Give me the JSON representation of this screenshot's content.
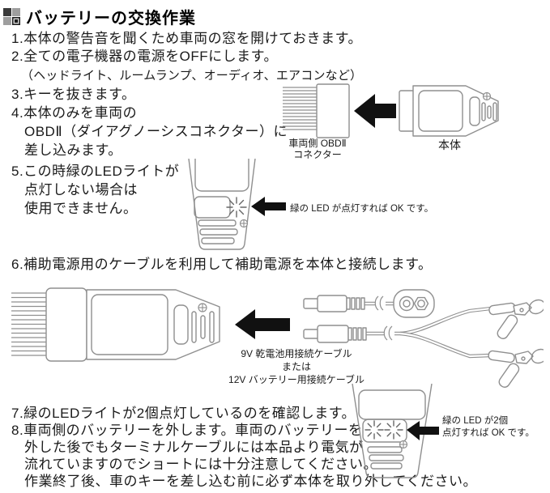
{
  "title": {
    "text": "バッテリーの交換作業"
  },
  "steps": {
    "s1": "1.本体の警告音を聞くため車両の窓を開けておきます。",
    "s2": "2.全ての電子機器の電源をOFFにします。",
    "s2_note": "（ヘッドライト、ルームランプ、オーディオ、エアコンなど）",
    "s3": "3.キーを抜きます。",
    "s4_line1": "4.本体のみを車両の",
    "s4_line2": "OBDⅡ（ダイアグノーシスコネクター）に",
    "s4_line3": "差し込みます。",
    "s5_line1": "5.この時緑のLEDライトが",
    "s5_line2": "点灯しない場合は",
    "s5_line3": "使用できません。",
    "s6": "6.補助電源用のケーブルを利用して補助電源を本体と接続します。",
    "s7": "7.緑のLEDライトが2個点灯しているのを確認します。",
    "s8_line1": "8.車両側のバッテリーを外します。車両のバッテリーを",
    "s8_line2": "外した後でもターミナルケーブルには本品より電気が",
    "s8_line3": "流れていますのでショートには十分注意してください。",
    "s8_line4": "作業終了後、車のキーを差し込む前に必ず本体を取り外してください。"
  },
  "diagram_obd": {
    "connector_label_line1": "車両側 OBDⅡ",
    "connector_label_line2": "コネクター",
    "unit_label": "本体"
  },
  "diagram_led_single": {
    "label": "緑の LED が点灯すれば OK です。"
  },
  "diagram_cables": {
    "label_line1": "9V 乾電池用接続ケーブル",
    "label_line2": "または",
    "label_line3": "12V バッテリー用接続ケーブル"
  },
  "diagram_led_double": {
    "label_line1": "緑の LED が2個",
    "label_line2": "点灯すれば OK です。"
  },
  "colors": {
    "arrow": "#111111",
    "outline": "#8f8f8f",
    "led_ray": "#666666",
    "text": "#1a1a1a"
  }
}
